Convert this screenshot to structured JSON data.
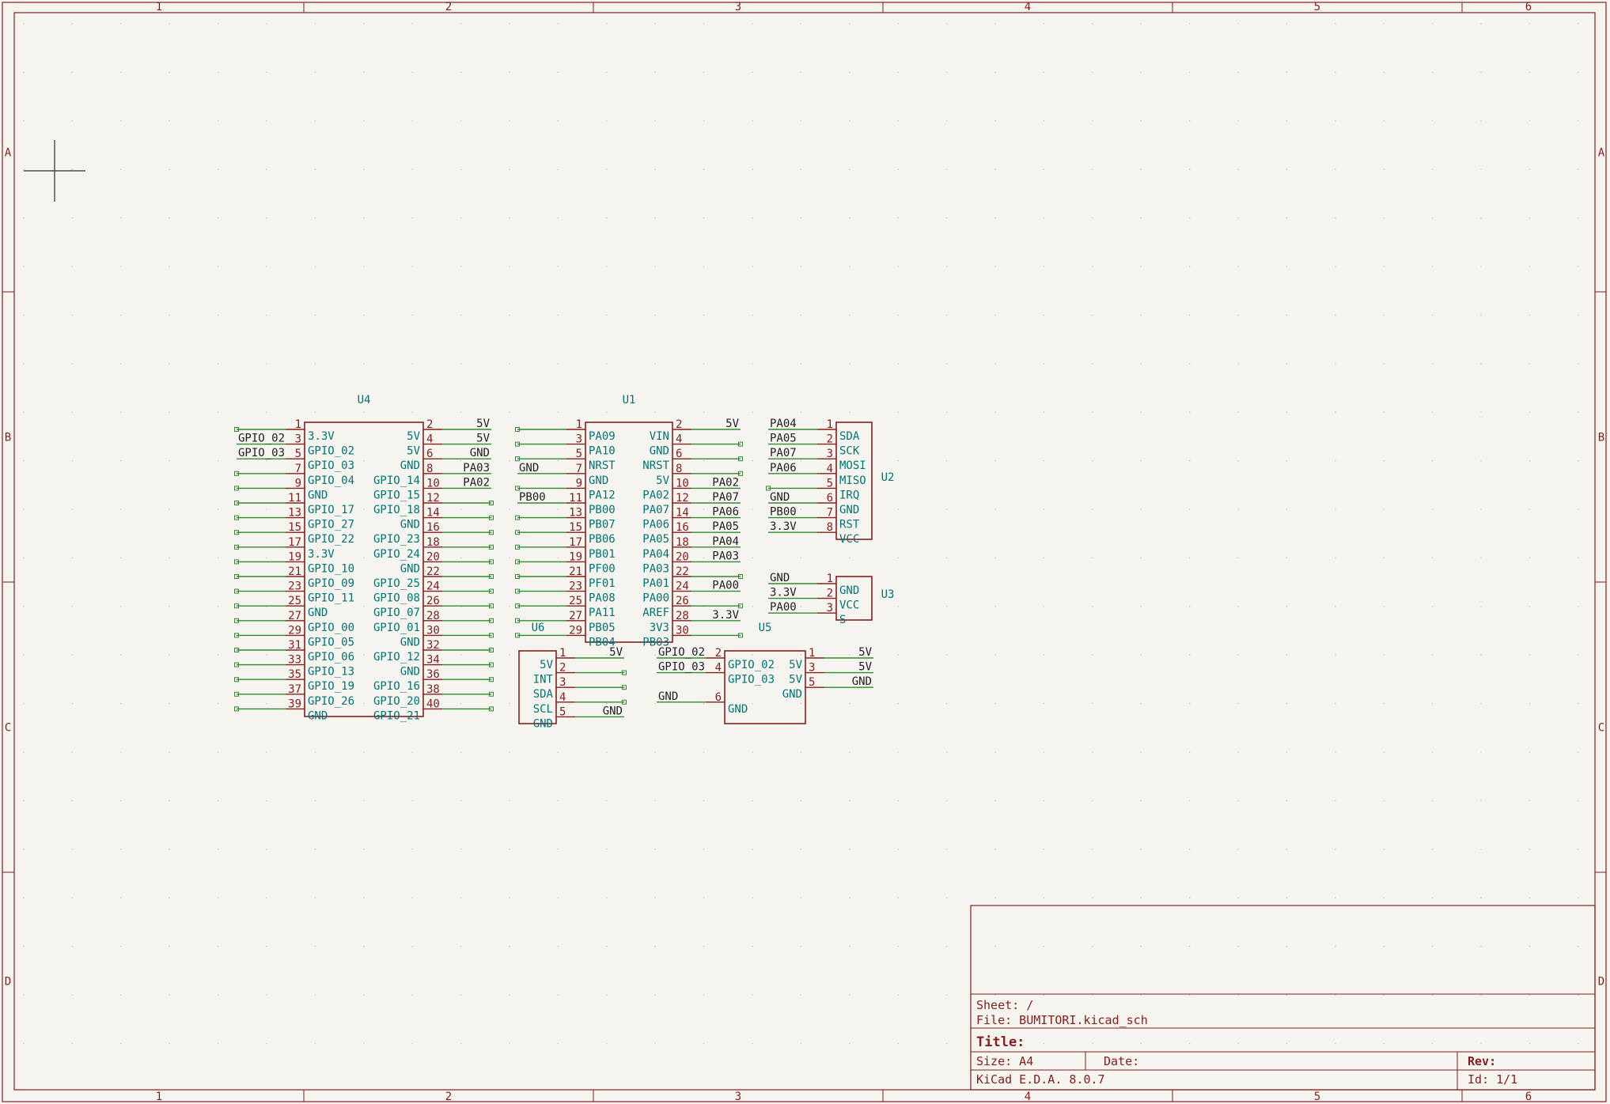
{
  "frame": {
    "columns": [
      "1",
      "2",
      "3",
      "4",
      "5",
      "6"
    ],
    "rows": [
      "A",
      "B",
      "C",
      "D"
    ]
  },
  "title_block": {
    "sheet": "Sheet: /",
    "file": "File: BUMITORI.kicad_sch",
    "title": "Title:",
    "size": "Size: A4",
    "date": "Date:",
    "rev": "Rev:",
    "tool": "KiCad E.D.A. 8.0.7",
    "id": "Id: 1/1"
  },
  "components": [
    {
      "ref": "U4",
      "left": [
        {
          "num": "1",
          "name": "3.3V",
          "net": ""
        },
        {
          "num": "3",
          "name": "GPIO_02",
          "net": "GPIO_02"
        },
        {
          "num": "5",
          "name": "GPIO_03",
          "net": "GPIO_03"
        },
        {
          "num": "7",
          "name": "GPIO_04",
          "net": ""
        },
        {
          "num": "9",
          "name": "GND",
          "net": ""
        },
        {
          "num": "11",
          "name": "GPIO_17",
          "net": ""
        },
        {
          "num": "13",
          "name": "GPIO_27",
          "net": ""
        },
        {
          "num": "15",
          "name": "GPIO_22",
          "net": ""
        },
        {
          "num": "17",
          "name": "3.3V",
          "net": ""
        },
        {
          "num": "19",
          "name": "GPIO_10",
          "net": ""
        },
        {
          "num": "21",
          "name": "GPIO_09",
          "net": ""
        },
        {
          "num": "23",
          "name": "GPIO_11",
          "net": ""
        },
        {
          "num": "25",
          "name": "GND",
          "net": ""
        },
        {
          "num": "27",
          "name": "GPIO_00",
          "net": ""
        },
        {
          "num": "29",
          "name": "GPIO_05",
          "net": ""
        },
        {
          "num": "31",
          "name": "GPIO_06",
          "net": ""
        },
        {
          "num": "33",
          "name": "GPIO_13",
          "net": ""
        },
        {
          "num": "35",
          "name": "GPIO_19",
          "net": ""
        },
        {
          "num": "37",
          "name": "GPIO_26",
          "net": ""
        },
        {
          "num": "39",
          "name": "GND",
          "net": ""
        }
      ],
      "right": [
        {
          "num": "2",
          "name": "5V",
          "net": "5V"
        },
        {
          "num": "4",
          "name": "5V",
          "net": "5V"
        },
        {
          "num": "6",
          "name": "GND",
          "net": "GND"
        },
        {
          "num": "8",
          "name": "GPIO_14",
          "net": "PA03"
        },
        {
          "num": "10",
          "name": "GPIO_15",
          "net": "PA02"
        },
        {
          "num": "12",
          "name": "GPIO_18",
          "net": ""
        },
        {
          "num": "14",
          "name": "GND",
          "net": ""
        },
        {
          "num": "16",
          "name": "GPIO_23",
          "net": ""
        },
        {
          "num": "18",
          "name": "GPIO_24",
          "net": ""
        },
        {
          "num": "20",
          "name": "GND",
          "net": ""
        },
        {
          "num": "22",
          "name": "GPIO_25",
          "net": ""
        },
        {
          "num": "24",
          "name": "GPIO_08",
          "net": ""
        },
        {
          "num": "26",
          "name": "GPIO_07",
          "net": ""
        },
        {
          "num": "28",
          "name": "GPIO_01",
          "net": ""
        },
        {
          "num": "30",
          "name": "GND",
          "net": ""
        },
        {
          "num": "32",
          "name": "GPIO_12",
          "net": ""
        },
        {
          "num": "34",
          "name": "GND",
          "net": ""
        },
        {
          "num": "36",
          "name": "GPIO_16",
          "net": ""
        },
        {
          "num": "38",
          "name": "GPIO_20",
          "net": ""
        },
        {
          "num": "40",
          "name": "GPIO_21",
          "net": ""
        }
      ]
    },
    {
      "ref": "U1",
      "left": [
        {
          "num": "1",
          "name": "PA09",
          "net": ""
        },
        {
          "num": "3",
          "name": "PA10",
          "net": ""
        },
        {
          "num": "5",
          "name": "NRST",
          "net": ""
        },
        {
          "num": "7",
          "name": "GND",
          "net": "GND"
        },
        {
          "num": "9",
          "name": "PA12",
          "net": ""
        },
        {
          "num": "11",
          "name": "PB00",
          "net": "PB00"
        },
        {
          "num": "13",
          "name": "PB07",
          "net": ""
        },
        {
          "num": "15",
          "name": "PB06",
          "net": ""
        },
        {
          "num": "17",
          "name": "PB01",
          "net": ""
        },
        {
          "num": "19",
          "name": "PF00",
          "net": ""
        },
        {
          "num": "21",
          "name": "PF01",
          "net": ""
        },
        {
          "num": "23",
          "name": "PA08",
          "net": ""
        },
        {
          "num": "25",
          "name": "PA11",
          "net": ""
        },
        {
          "num": "27",
          "name": "PB05",
          "net": ""
        },
        {
          "num": "29",
          "name": "PB04",
          "net": ""
        }
      ],
      "right": [
        {
          "num": "2",
          "name": "VIN",
          "net": "5V"
        },
        {
          "num": "4",
          "name": "GND",
          "net": ""
        },
        {
          "num": "6",
          "name": "NRST",
          "net": ""
        },
        {
          "num": "8",
          "name": "5V",
          "net": ""
        },
        {
          "num": "10",
          "name": "PA02",
          "net": "PA02"
        },
        {
          "num": "12",
          "name": "PA07",
          "net": "PA07"
        },
        {
          "num": "14",
          "name": "PA06",
          "net": "PA06"
        },
        {
          "num": "16",
          "name": "PA05",
          "net": "PA05"
        },
        {
          "num": "18",
          "name": "PA04",
          "net": "PA04"
        },
        {
          "num": "20",
          "name": "PA03",
          "net": "PA03"
        },
        {
          "num": "22",
          "name": "PA01",
          "net": ""
        },
        {
          "num": "24",
          "name": "PA00",
          "net": "PA00"
        },
        {
          "num": "26",
          "name": "AREF",
          "net": ""
        },
        {
          "num": "28",
          "name": "3V3",
          "net": "3.3V"
        },
        {
          "num": "30",
          "name": "PB03",
          "net": ""
        }
      ]
    },
    {
      "ref": "U2",
      "left": [
        {
          "num": "1",
          "name": "SDA",
          "net": "PA04"
        },
        {
          "num": "2",
          "name": "SCK",
          "net": "PA05"
        },
        {
          "num": "3",
          "name": "MOSI",
          "net": "PA07"
        },
        {
          "num": "4",
          "name": "MISO",
          "net": "PA06"
        },
        {
          "num": "5",
          "name": "IRQ",
          "net": ""
        },
        {
          "num": "6",
          "name": "GND",
          "net": "GND"
        },
        {
          "num": "7",
          "name": "RST",
          "net": "PB00"
        },
        {
          "num": "8",
          "name": "VCC",
          "net": "3.3V"
        }
      ]
    },
    {
      "ref": "U3",
      "left": [
        {
          "num": "1",
          "name": "GND",
          "net": "GND"
        },
        {
          "num": "2",
          "name": "VCC",
          "net": "3.3V"
        },
        {
          "num": "3",
          "name": "S",
          "net": "PA00"
        }
      ]
    },
    {
      "ref": "U6",
      "right": [
        {
          "num": "1",
          "name": "5V",
          "net": "5V"
        },
        {
          "num": "2",
          "name": "INT",
          "net": ""
        },
        {
          "num": "3",
          "name": "SDA",
          "net": ""
        },
        {
          "num": "4",
          "name": "SCL",
          "net": ""
        },
        {
          "num": "5",
          "name": "GND",
          "net": "GND"
        }
      ]
    },
    {
      "ref": "U5",
      "left": [
        {
          "num": "2",
          "name": "GPIO_02",
          "net": "GPIO_02"
        },
        {
          "num": "4",
          "name": "GPIO_03",
          "net": "GPIO_03"
        },
        {
          "num": "6",
          "name": "GND",
          "net": "GND"
        }
      ],
      "right": [
        {
          "num": "1",
          "name": "5V",
          "net": "5V"
        },
        {
          "num": "3",
          "name": "5V",
          "net": "5V"
        },
        {
          "num": "5",
          "name": "GND",
          "net": "GND"
        }
      ]
    }
  ]
}
